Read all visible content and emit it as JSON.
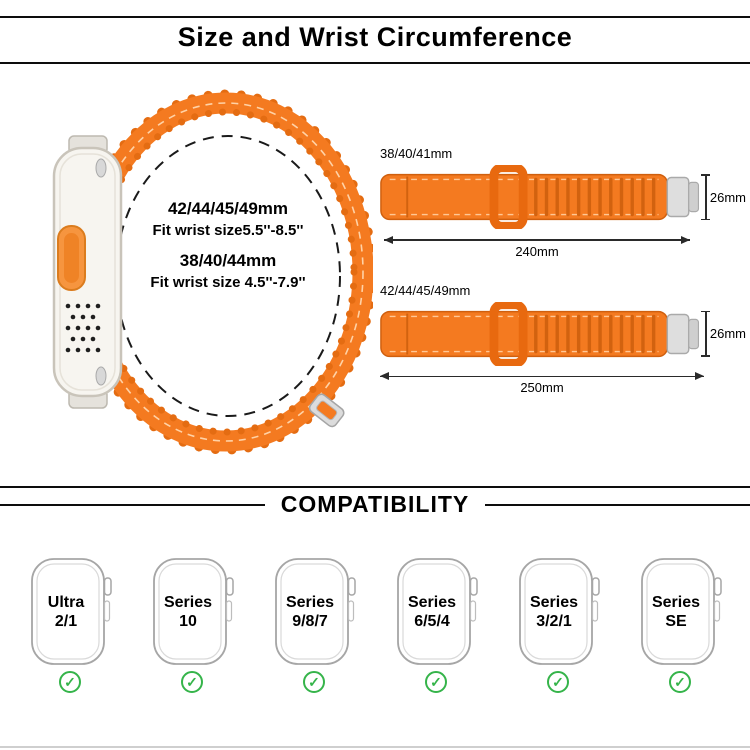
{
  "header": {
    "title": "Size and Wrist Circumference"
  },
  "size_guide": {
    "circle_lines": [
      "42/44/45/49mm",
      "Fit wrist size5.5''-8.5''",
      "38/40/44mm",
      "Fit wrist size 4.5''-7.9''"
    ]
  },
  "straps": [
    {
      "size_label": "38/40/41mm",
      "width_label": "26mm",
      "length_label": "240mm"
    },
    {
      "size_label": "42/44/45/49mm",
      "width_label": "26mm",
      "length_label": "250mm"
    }
  ],
  "compatibility": {
    "title": "COMPATIBILITY",
    "models": [
      {
        "line1": "Ultra",
        "line2": "2/1"
      },
      {
        "line1": "Series",
        "line2": "10"
      },
      {
        "line1": "Series",
        "line2": "9/8/7"
      },
      {
        "line1": "Series",
        "line2": "6/5/4"
      },
      {
        "line1": "Series",
        "line2": "3/2/1"
      },
      {
        "line1": "Series",
        "line2": "SE"
      }
    ],
    "check_glyph": "✓"
  },
  "colors": {
    "band_orange": "#f47a20",
    "check_green": "#35b44a"
  }
}
